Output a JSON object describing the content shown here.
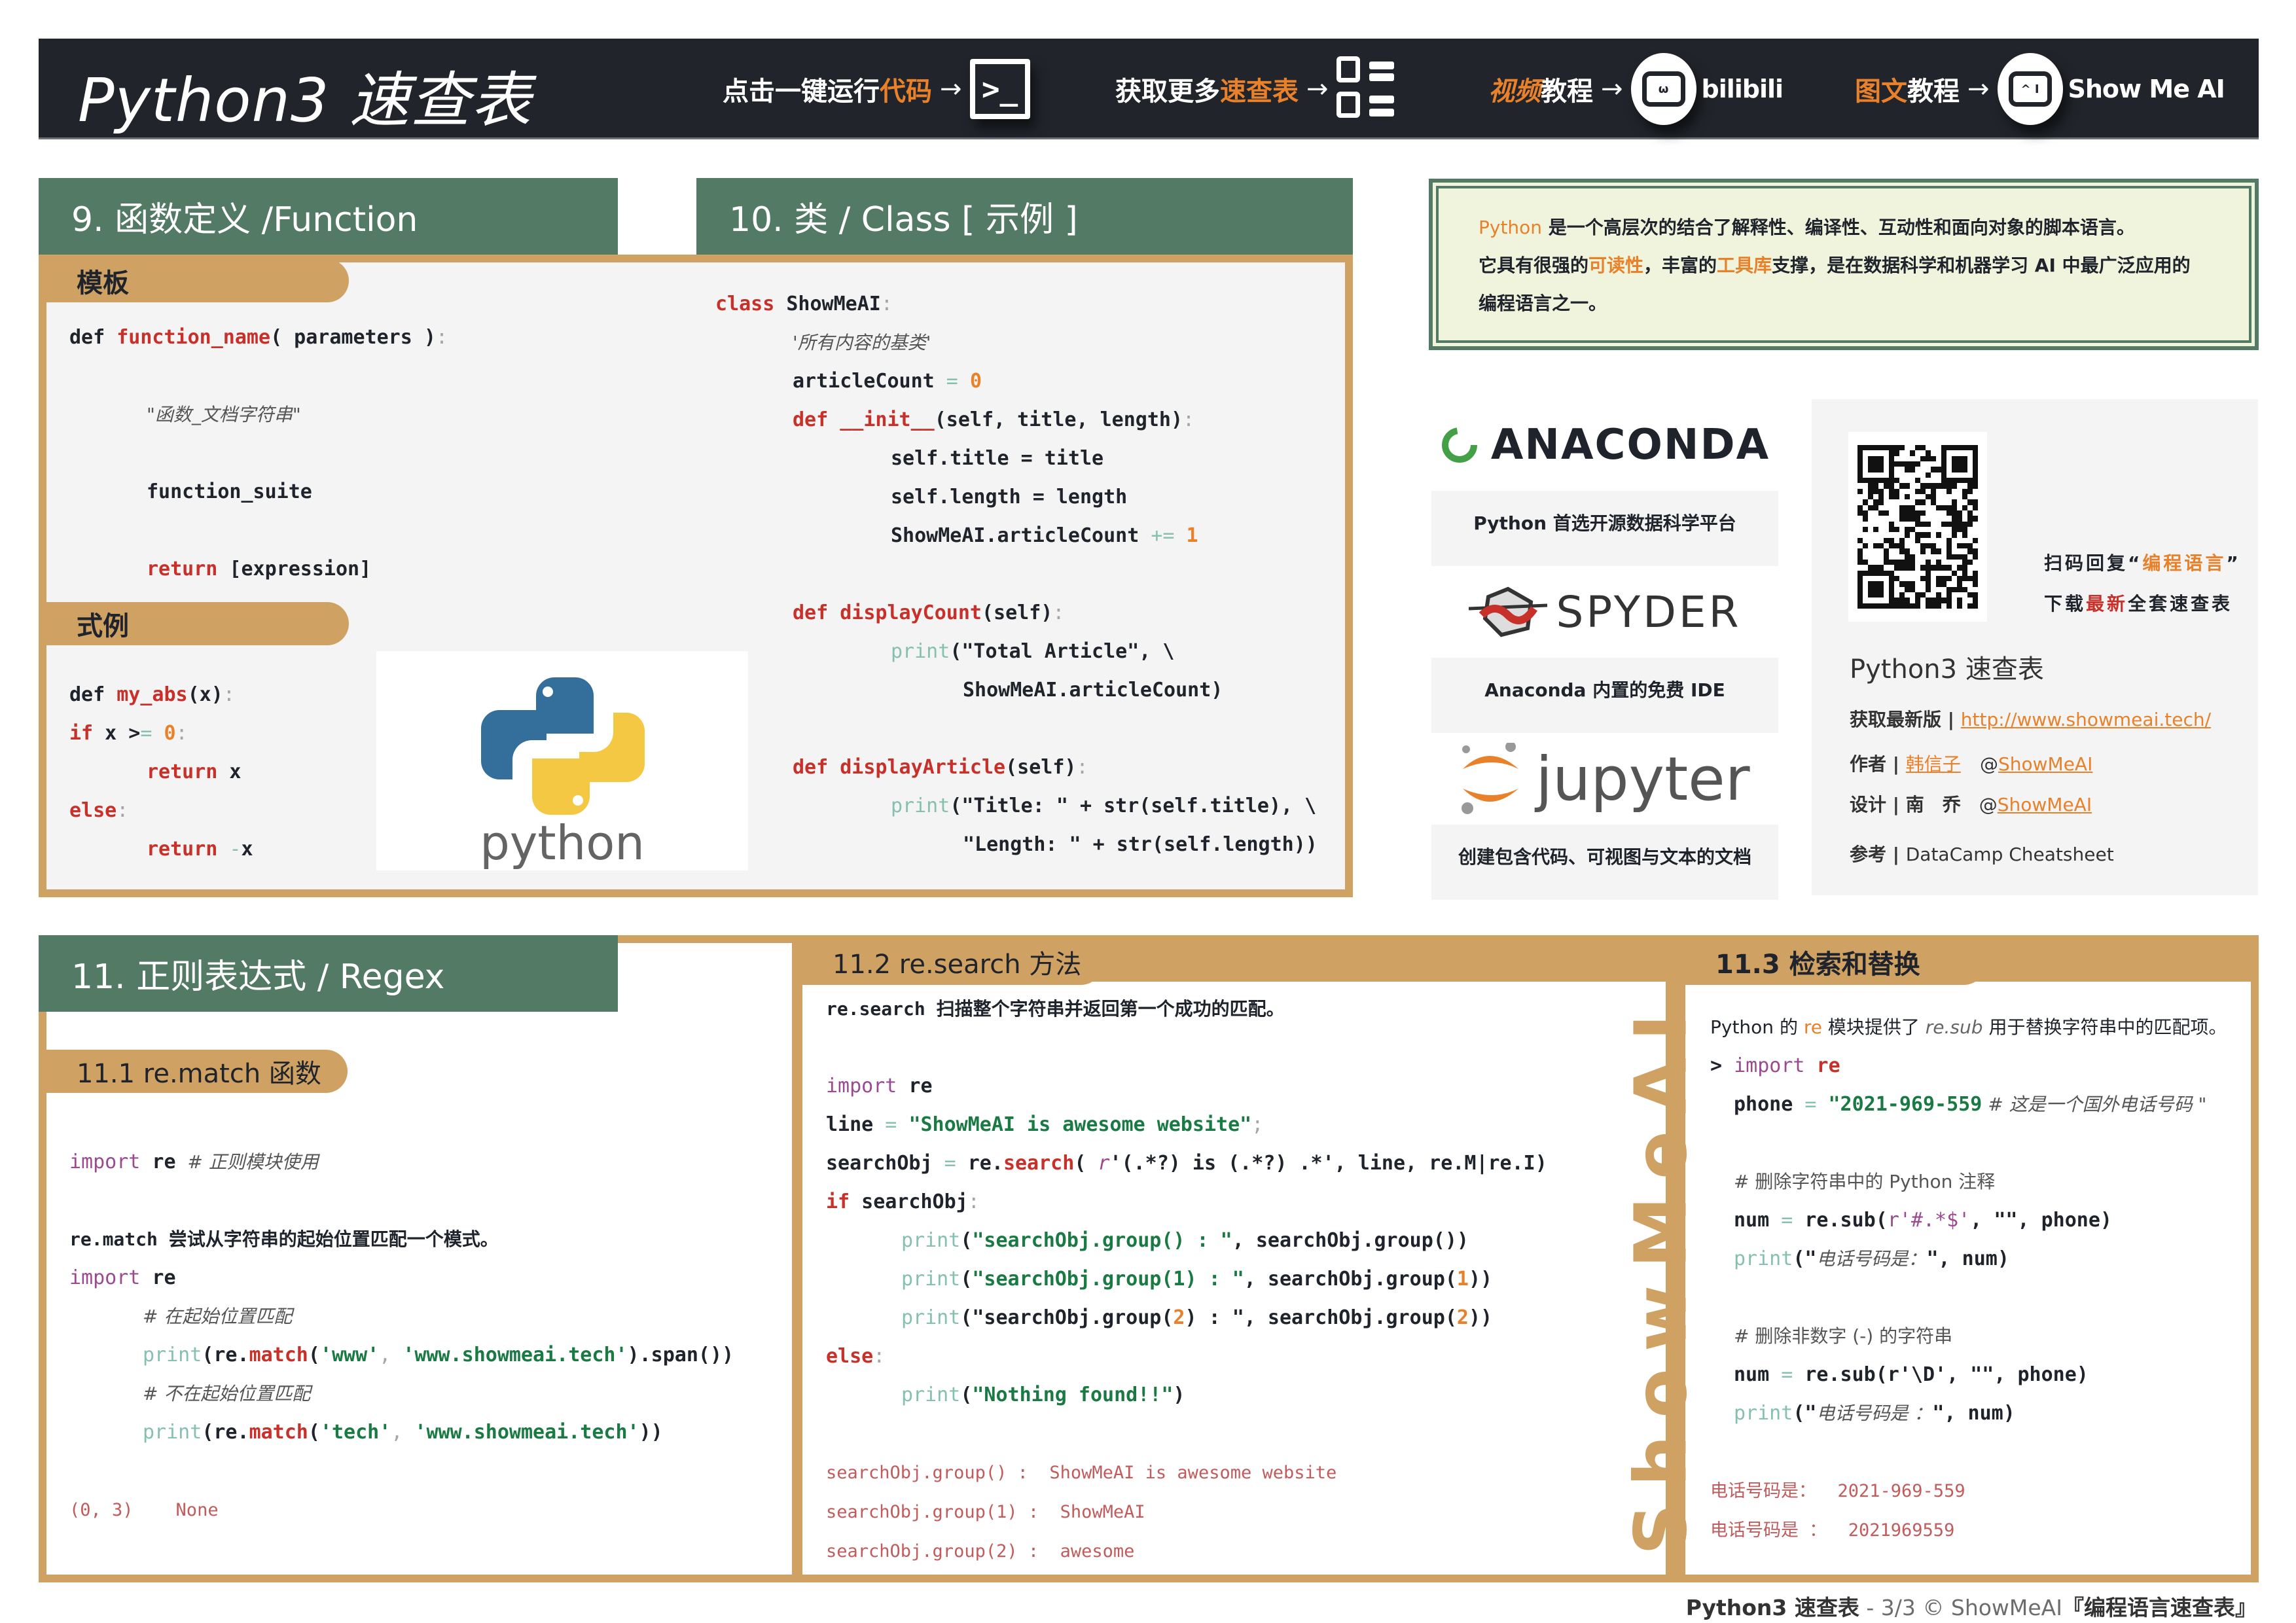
{
  "header": {
    "title": "Python3 速查表",
    "links": [
      {
        "pre": "点击一键运行",
        "hl": "代码",
        "icon": "terminal-icon",
        "glyph": ">_"
      },
      {
        "pre": "获取更多",
        "hl": "速查表",
        "icon": "list-icon"
      },
      {
        "hl": "视频",
        "post": "教程",
        "icon": "bilibili-tv-icon",
        "brand": "bilibili"
      },
      {
        "hl": "图文",
        "post": "教程",
        "icon": "showmeai-monitor-icon",
        "brand": "Show Me AI"
      }
    ],
    "arrow": "→"
  },
  "sec9": {
    "title": "9. 函数定义 /Function",
    "tab_template": "模板",
    "tab_example": "式例",
    "template_code": {
      "l1_def": "def ",
      "l1_fn": "function_name",
      "l1_rest": "( parameters )",
      "l1_colon": ":",
      "l2": "\"函数_文档字符串\"",
      "l3": "function_suite",
      "l4_kw": "return",
      "l4_rest": " [expression]"
    },
    "example_code": {
      "l1_def": "def ",
      "l1_fn": "my_abs",
      "l1_rest": "(x)",
      "l1_colon": ":",
      "l2_kw": "if",
      "l2_rest": " x >",
      "l2_op": "=",
      "l2_num": " 0",
      "l2_colon": ":",
      "l3_kw": "return",
      "l3_rest": " x",
      "l4_kw": "else",
      "l4_colon": ":",
      "l5_kw": "return",
      "l5_op": " -",
      "l5_rest": "x"
    },
    "logo_text": "python"
  },
  "sec10": {
    "title": "10. 类 / Class [ 示例 ]",
    "code": {
      "l1_kw": "class",
      "l1_rest": " ShowMeAI",
      "l1_colon": ":",
      "l2": "'所有内容的基类'",
      "l3_var": "articleCount",
      "l3_op": " = ",
      "l3_num": "0",
      "l4_kw": "def",
      "l4_fn": " __init__",
      "l4_rest": "(self, title, length)",
      "l4_colon": ":",
      "l5": "self.title = title",
      "l6": "self.length = length",
      "l7_rest": "ShowMeAI.articleCount",
      "l7_op": " += ",
      "l7_num": "1",
      "l8_kw": "def",
      "l8_fn": " displayCount",
      "l8_rest": "(self)",
      "l8_colon": ":",
      "l9_bi": "print",
      "l9_rest": "(\"Total Article\", \\",
      "l10": "ShowMeAI.articleCount)",
      "l11_kw": "def",
      "l11_fn": " displayArticle",
      "l11_rest": "(self)",
      "l11_colon": ":",
      "l12_bi": "print",
      "l12_rest": "(\"Title: \" + str(self.title), \\",
      "l13": "\"Length: \" + str(self.length))"
    }
  },
  "info": {
    "line1_hl": "Python",
    "line1": " 是一个高层次的结合了解释性、编译性、互动性和面向对象的脚本语言。",
    "line2_a": "它具有很强的",
    "line2_hl1": "可读性",
    "line2_b": "，丰富的",
    "line2_hl2": "工具库",
    "line2_c": "支撑，是在数据科学和机器学习 AI 中最广泛应用的",
    "line3": "编程语言之一。"
  },
  "tools": [
    {
      "name": "ANACONDA",
      "caption": "Python 首选开源数据科学平台"
    },
    {
      "name": "SPYDER",
      "caption": "Anaconda 内置的免费 IDE"
    },
    {
      "name": "jupyter",
      "caption": "创建包含代码、可视图与文本的文档"
    }
  ],
  "side": {
    "scan_a": "扫码回复“",
    "scan_hl": "编程语言",
    "scan_b": "”",
    "dl_a": "下载",
    "dl_red": "最新",
    "dl_b": "全套速查表",
    "title": "Python3 速查表",
    "latest_label": "获取最新版 | ",
    "latest_url": "http://www.showmeai.tech/",
    "author_label": "作者 | ",
    "author": "韩信子",
    "author_at": "@",
    "author_handle": "ShowMeAI",
    "design_label": "设计 | 南　乔　",
    "design_at": "@",
    "design_handle": "ShowMeAI",
    "ref_label": "参考 | ",
    "ref": "DataCamp Cheatsheet"
  },
  "sec11": {
    "title": "11. 正则表达式 / Regex",
    "match": {
      "tab": "11.1 re.match 函数",
      "l1_pp": "import",
      "l1_rest": " re",
      "l1_cm": "  # 正则模块使用",
      "desc": "re.match 尝试从字符串的起始位置匹配一个模式。",
      "l2_pp": "import",
      "l2_rest": " re",
      "c1": "# 在起始位置匹配",
      "p1_bi": "print",
      "p1_a": "(re.",
      "p1_fn": "match",
      "p1_b": "(",
      "p1_s1": "'www'",
      "p1_c": ", ",
      "p1_s2": "'www.showmeai.tech'",
      "p1_d": ").span())",
      "c2": "# 不在起始位置匹配",
      "p2_bi": "print",
      "p2_a": "(re.",
      "p2_fn": "match",
      "p2_b": "(",
      "p2_s1": "'tech'",
      "p2_c": ", ",
      "p2_s2": "'www.showmeai.tech'",
      "p2_d": "))",
      "out": "(0, 3)    None"
    },
    "search": {
      "tab": "11.2 re.search 方法",
      "desc": "re.search 扫描整个字符串并返回第一个成功的匹配。",
      "l1_pp": "import",
      "l1_rest": " re",
      "l2_a": "line",
      "l2_op": " = ",
      "l2_str": "\"ShowMeAI is awesome website\"",
      "l2_b": ";",
      "l3_a": "searchObj",
      "l3_op": " = ",
      "l3_b": "re.",
      "l3_fn": "search",
      "l3_c": "( ",
      "l3_r": "r",
      "l3_d": "'(.*?) is (.*?) .*', line, re.M|re.I)",
      "l4_kw": "if",
      "l4_rest": " searchObj",
      "l4_colon": ":",
      "l5_bi": "print",
      "l5_a": "(",
      "l5_str": "\"searchObj.group() : \"",
      "l5_b": ", searchObj.group())",
      "l6_bi": "print",
      "l6_a": "(",
      "l6_str": "\"searchObj.group(1) : \"",
      "l6_b": ", searchObj.group(",
      "l6_num": "1",
      "l6_c": "))",
      "l7_bi": "print",
      "l7_a": "(\"searchObj.group(",
      "l7_num": "2",
      "l7_b": ") : \", searchObj.group(",
      "l7_num2": "2",
      "l7_c": "))",
      "l8_kw": "else",
      "l8_colon": ":",
      "l9_bi": "print",
      "l9_a": "(",
      "l9_str": "\"Nothing found!!\"",
      "l9_b": ")",
      "out1": "searchObj.group() :  ShowMeAI is awesome website",
      "out2": "searchObj.group(1) :  ShowMeAI",
      "out3": "searchObj.group(2) :  awesome"
    },
    "sub": {
      "tab": "11.3 检索和替换",
      "desc_a": "Python 的 ",
      "desc_hl": "re",
      "desc_b": " 模块提供了 ",
      "desc_it": "re.sub",
      "desc_c": " 用于替换字符串中的匹配项。",
      "l1_prompt": "> ",
      "l1_pp": "import",
      "l1_kw": " re",
      "l2_a": "phone",
      "l2_op": " = ",
      "l2_str": "\"2021-969-559",
      "l2_cm": " # 这是一个国外电话号码 \"",
      "c1": "# 删除字符串中的 Python 注释",
      "l3_a": "num",
      "l3_op": " = ",
      "l3_b": "re.sub(",
      "l3_r": "r'#.*$'",
      "l3_c": ", \"\", phone)",
      "l4_bi": "print",
      "l4_a": "(\"",
      "l4_cm": "电话号码是：",
      "l4_b": "\", num)",
      "c2": "# 删除非数字 (-) 的字符串",
      "l5_a": "num",
      "l5_op": " = ",
      "l5_b": "re.sub(r'\\D', \"\", phone)",
      "l6_bi": "print",
      "l6_a": "(\"",
      "l6_cm": "电话号码是 ：",
      "l6_b": "\", num)",
      "out1": "电话号码是：  2021-969-559",
      "out2": "电话号码是 ：  2021969559"
    },
    "vertical_brand": "ShowMeAI"
  },
  "footer": {
    "title": "Python3 速查表",
    "page": " - 3/3  © ShowMeAI",
    "series": "『编程语言速查表』"
  },
  "colors": {
    "header_bg": "#21252b",
    "section_green": "#527a64",
    "gold": "#cfa163",
    "accent_orange": "#e8812a",
    "keyword_red": "#c8302a",
    "string_green": "#1a7a43",
    "output_red": "#c25c5c",
    "panel_bg": "#f4f4f4",
    "info_bg": "#f0f4dc"
  }
}
